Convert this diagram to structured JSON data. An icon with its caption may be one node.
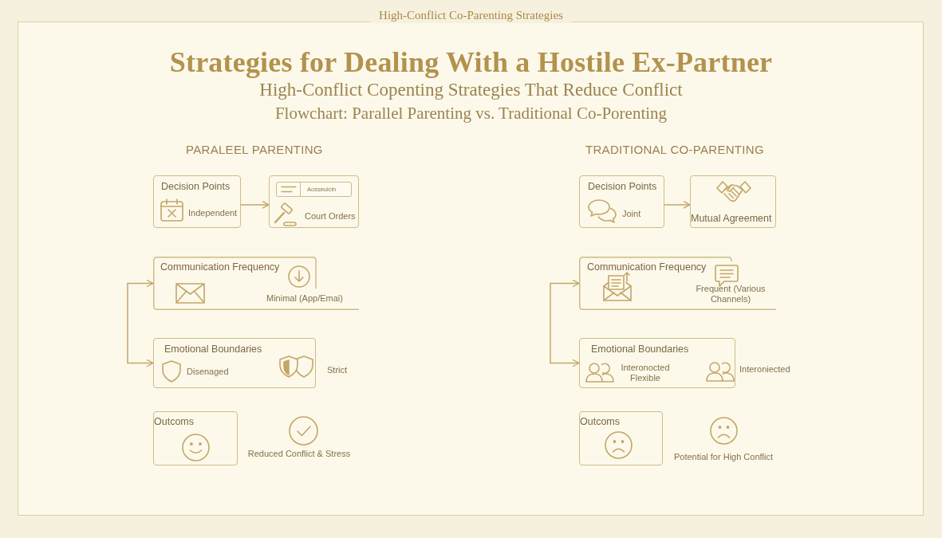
{
  "diagram": {
    "title": "Strategies for Dealing With a Hostile Ex-Partner",
    "nodes": [
      {
        "text": [
          "Decision Points",
          "Independent"
        ]
      },
      {
        "text": [
          "Aosseuicin",
          "Court Orders"
        ]
      },
      {
        "text": [
          "Communication Frequency",
          "Minimal (App/Emai)"
        ]
      },
      {
        "text": [
          "Emotional Boundaries",
          "Disenaged"
        ],
        "beside": [
          "Strict"
        ]
      },
      {
        "text": [
          "Outcoms"
        ],
        "beside": [
          "Reduced Conflict & Stress"
        ]
      },
      {
        "text": [
          "Decision Points",
          "Joint"
        ]
      },
      {
        "text": [
          "Mutual Agreement"
        ]
      },
      {
        "text": [
          "Communication Frequency",
          "Frequent (Various Channels)"
        ]
      },
      {
        "text": [
          "Emotional Boundaries",
          "Interonocted Flexible"
        ],
        "beside": [
          "Interoniected"
        ]
      },
      {
        "text": [
          "Outcoms"
        ],
        "beside": [
          "Potential for High Conflict"
        ]
      }
    ],
    "edges": [
      {
        "from": 0,
        "to": 1,
        "arrow": "to"
      },
      {
        "from": 2,
        "to": 3,
        "arrow": "both"
      },
      {
        "from": 5,
        "to": 6,
        "arrow": "to"
      },
      {
        "from": 7,
        "to": 8,
        "arrow": "both"
      }
    ],
    "labels": [
      "High-Conflict Co-Parenting Strategies",
      "High-Conflict Copenting Strategies That Reduce Conflict",
      "Flowchart: Parallel Parenting vs. Traditional Co-Porenting",
      "PARALEEL PARENTING",
      "TRADITIONAL CO-PARENTING"
    ]
  }
}
